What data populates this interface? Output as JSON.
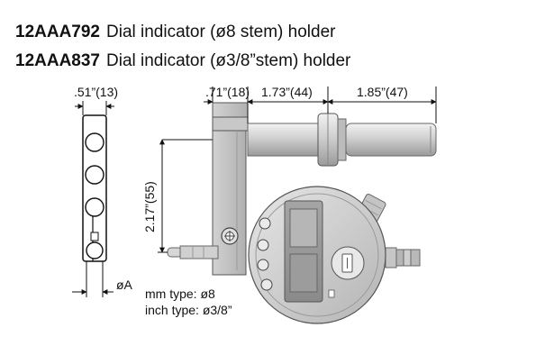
{
  "products": [
    {
      "code": "12AAA792",
      "name": "Dial indicator (ø8 stem) holder"
    },
    {
      "code": "12AAA837",
      "name": "Dial indicator (ø3/8”stem) holder"
    }
  ],
  "dimensions": {
    "width_clamp": ".51”(13)",
    "arm_thickness": ".71”(18)",
    "arm_span": "1.73”(44)",
    "rod_length": "1.85”(47)",
    "height": "2.17”(55)",
    "bore_diameter": "øA"
  },
  "notes": {
    "mm_type": "mm type: ø8",
    "inch_type": "inch type: ø3/8”"
  }
}
